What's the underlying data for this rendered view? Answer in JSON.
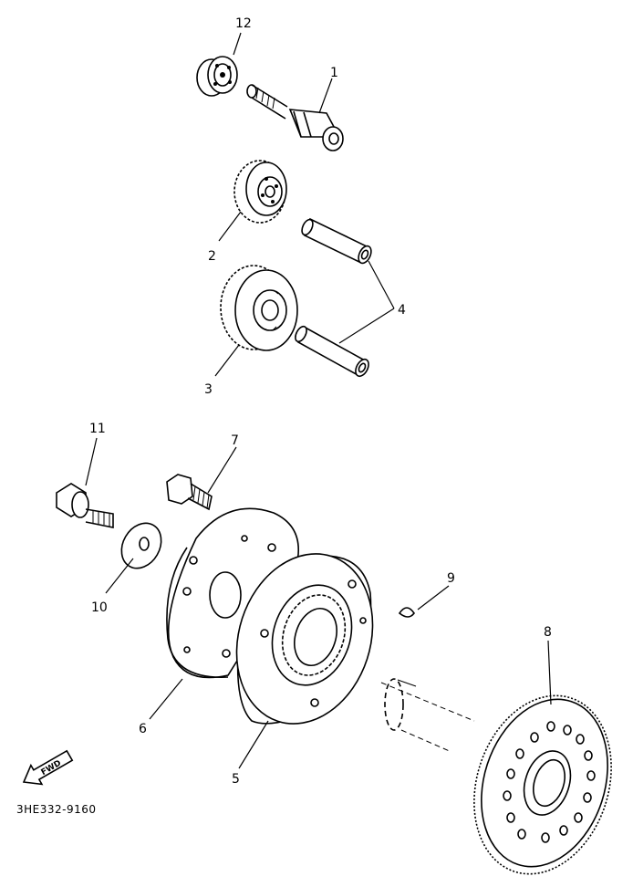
{
  "callouts": {
    "c1": "1",
    "c2": "2",
    "c3": "3",
    "c4": "4",
    "c5": "5",
    "c6": "6",
    "c7": "7",
    "c8": "8",
    "c9": "9",
    "c10": "10",
    "c11": "11",
    "c12": "12"
  },
  "fwd_label": "FWD",
  "diagram_code": "3HE332-9160"
}
